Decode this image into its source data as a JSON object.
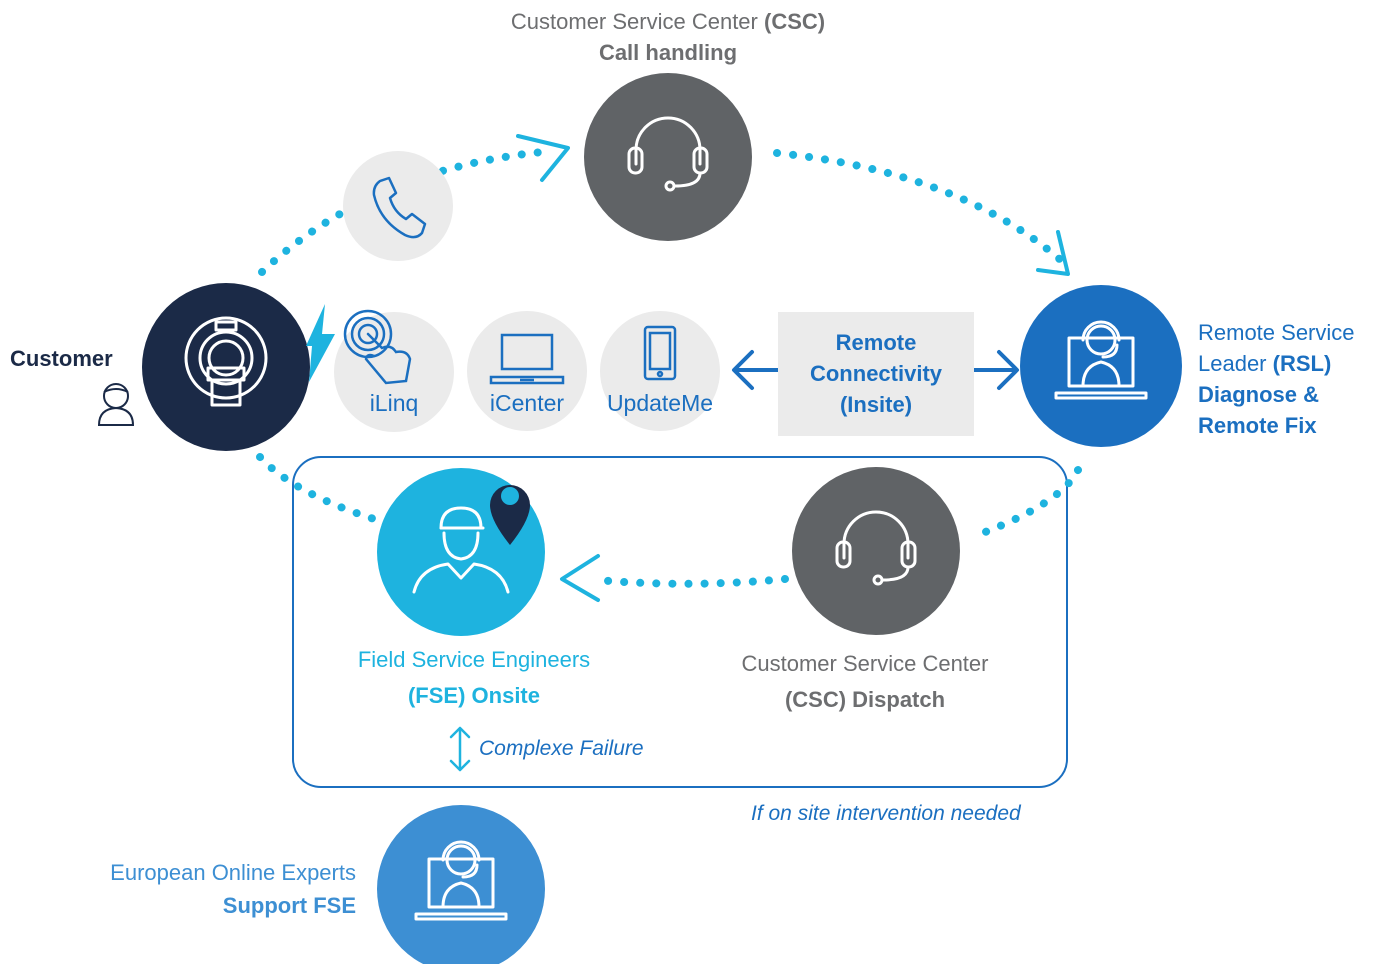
{
  "csc_top": {
    "line1": "Customer Service Center",
    "line1_bold": "(CSC)",
    "line2": "Call handling"
  },
  "customer": {
    "label": "Customer"
  },
  "rsl": {
    "line1": "Remote Service",
    "line2": "Leader",
    "line2_bold": "(RSL)",
    "line3": "Diagnose &",
    "line4": "Remote Fix"
  },
  "tools": {
    "iling": "iLinq",
    "icenter": "iCenter",
    "updateme": "UpdateMe"
  },
  "remote_connectivity": {
    "line1": "Remote",
    "line2": "Connectivity",
    "line3": "(Insite)"
  },
  "fse": {
    "line1": "Field Service Engineers",
    "line2": "(FSE) Onsite"
  },
  "csc_dispatch": {
    "line1": "Customer Service Center",
    "line2": "(CSC) Dispatch"
  },
  "complexe": {
    "label": "Complexe Failure"
  },
  "intervention": {
    "label": "If on site intervention needed"
  },
  "experts": {
    "line1": "European Online Experts",
    "line2": "Support FSE"
  },
  "colors": {
    "dark_navy": "#1b2a47",
    "gray": "#606366",
    "royal_blue": "#1b6fc0",
    "cyan": "#1eb3df",
    "light_blue": "#3d8fd3",
    "light_gray": "#ebebeb"
  }
}
